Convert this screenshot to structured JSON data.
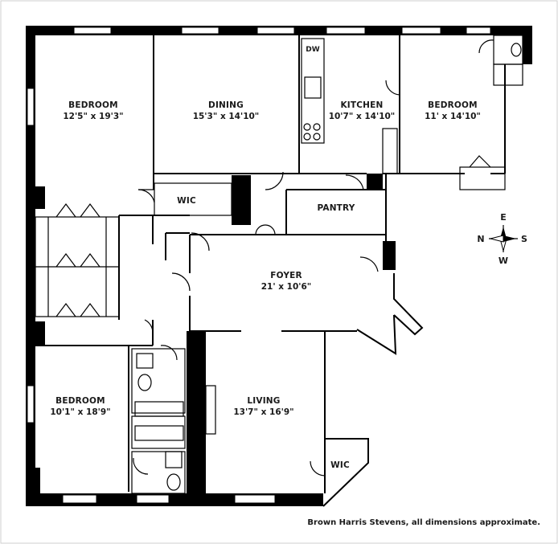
{
  "rooms": {
    "bedroom_nw": {
      "name": "BEDROOM",
      "dims": "12'5\" x 19'3\""
    },
    "dining": {
      "name": "DINING",
      "dims": "15'3\" x 14'10\""
    },
    "kitchen": {
      "name": "KITCHEN",
      "dims": "10'7\" x 14'10\""
    },
    "bedroom_ne": {
      "name": "BEDROOM",
      "dims": "11' x 14'10\""
    },
    "wic_top": {
      "name": "WIC"
    },
    "pantry": {
      "name": "PANTRY"
    },
    "foyer": {
      "name": "FOYER",
      "dims": "21' x 10'6\""
    },
    "bedroom_sw": {
      "name": "BEDROOM",
      "dims": "10'1\" x 18'9\""
    },
    "living": {
      "name": "LIVING",
      "dims": "13'7\" x 16'9\""
    },
    "wic_bottom": {
      "name": "WIC"
    }
  },
  "appliances": {
    "dishwasher": "DW"
  },
  "compass": {
    "n": "N",
    "s": "S",
    "e": "E",
    "w": "W"
  },
  "footer": "Brown Harris Stevens, all dimensions approximate."
}
